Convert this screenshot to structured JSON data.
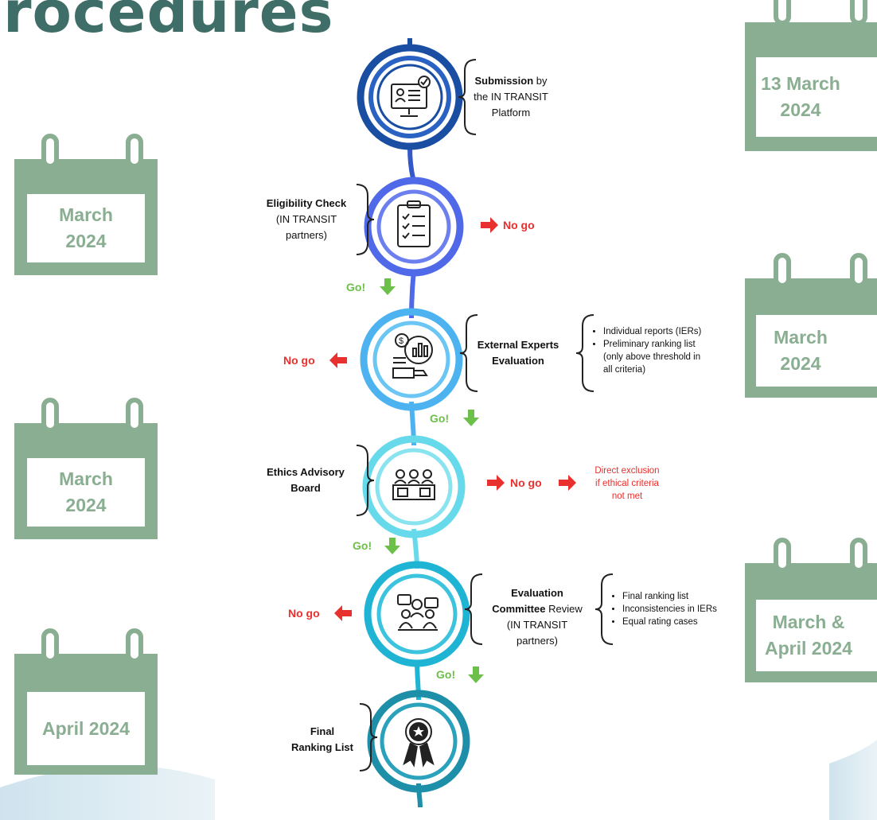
{
  "title": "rocedures",
  "calendars": {
    "left": [
      {
        "date": "March\n2024"
      },
      {
        "date": "March\n2024"
      },
      {
        "date": "April 2024"
      }
    ],
    "right": [
      {
        "date": "13 March\n2024"
      },
      {
        "date": "March\n2024"
      },
      {
        "date": "March &\nApril 2024"
      }
    ]
  },
  "steps": [
    {
      "bold": "Submission",
      "rest": " by the IN TRANSIT Platform"
    },
    {
      "bold": "Eligibility Check",
      "rest": "(IN TRANSIT partners)"
    },
    {
      "bold": "External Experts Evaluation",
      "rest": ""
    },
    {
      "bold": "Ethics Advisory Board",
      "rest": ""
    },
    {
      "bold_pre": "Evaluation",
      "bold": "Committee",
      "rest_after_bold": " Review",
      "rest": "(IN TRANSIT partners)"
    },
    {
      "bold": "Final Ranking List",
      "rest": ""
    }
  ],
  "step_lines": {
    "submission": [
      "Submission",
      "by",
      "the IN TRANSIT",
      "Platform"
    ],
    "eligibility": [
      "Eligibility Check",
      "(IN TRANSIT",
      "partners)"
    ],
    "external": [
      "External Experts",
      "Evaluation"
    ],
    "ethics": [
      "Ethics Advisory",
      "Board"
    ],
    "committee": [
      "Evaluation",
      "Committee",
      "Review",
      "(IN TRANSIT",
      "partners)"
    ],
    "final": [
      "Final",
      "Ranking List"
    ]
  },
  "outputs": {
    "external": [
      "Individual reports (IERs)",
      "Preliminary ranking list",
      "(only above threshold in",
      "all criteria)"
    ],
    "committee": [
      "Final ranking list",
      "Inconsistencies in IERs",
      "Equal rating cases"
    ]
  },
  "labels": {
    "nogo": "No go",
    "go": "Go!",
    "ethics_note": [
      "Direct exclusion",
      "if ethical criteria",
      "not met"
    ]
  },
  "colors": {
    "calendar": "#8aae91",
    "title": "#3f6d67",
    "nogo": "#e8302e",
    "go": "#6cc04a",
    "step1": "#1a4ea3",
    "step2": "#4f69e8",
    "step3": "#4cb3f0",
    "step4": "#66d9ea",
    "step5": "#1fb4d4",
    "step6": "#1e8fa8"
  },
  "icons": [
    "computer-check-icon",
    "clipboard-checklist-icon",
    "gear-chart-icon",
    "board-meeting-icon",
    "discussion-icon",
    "award-ribbon-icon"
  ]
}
